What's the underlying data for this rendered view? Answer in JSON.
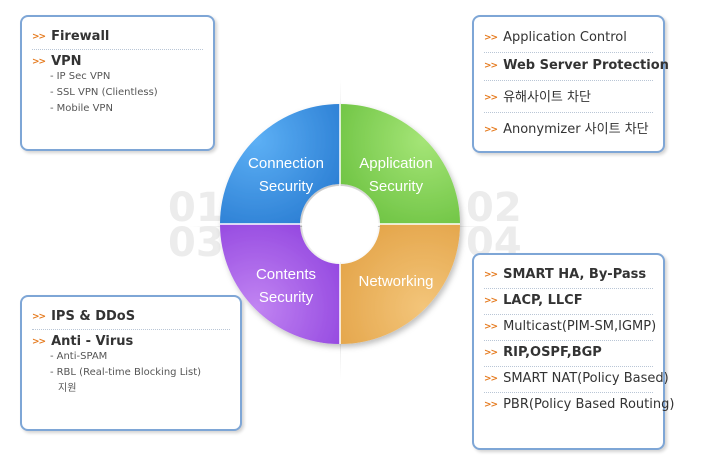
{
  "background_numbers": [
    "01",
    "02",
    "03",
    "04"
  ],
  "ring": {
    "segments": [
      {
        "id": "connection",
        "lines": [
          "Connection",
          "Security"
        ],
        "color": "#3a8fe0"
      },
      {
        "id": "application",
        "lines": [
          "Application",
          "Security"
        ],
        "color": "#8bd45c"
      },
      {
        "id": "contents",
        "lines": [
          "Contents",
          "Security"
        ],
        "color": "#a860e8"
      },
      {
        "id": "networking",
        "lines": [
          "Networking"
        ],
        "color": "#eab35e"
      }
    ]
  },
  "boxes": {
    "top_left": {
      "items": [
        {
          "label": "Firewall",
          "subs": []
        },
        {
          "label": "VPN",
          "subs": [
            "IP Sec VPN",
            "SSL VPN (Clientless)",
            "Mobile VPN"
          ]
        }
      ]
    },
    "top_right": {
      "items": [
        {
          "label": "Application Control"
        },
        {
          "label": "Web Server Protection"
        },
        {
          "label": "유해사이트 차단"
        },
        {
          "label": "Anonymizer 사이트 차단"
        }
      ]
    },
    "bottom_left": {
      "items": [
        {
          "label": "IPS & DDoS",
          "subs": []
        },
        {
          "label": "Anti - Virus",
          "subs": [
            "Anti-SPAM",
            "RBL (Real-time Blocking List)"
          ],
          "sub_continuation": "지원"
        }
      ]
    },
    "bottom_right": {
      "items": [
        {
          "label": "SMART HA, By-Pass"
        },
        {
          "label": "LACP, LLCF"
        },
        {
          "label": "Multicast(PIM-SM,IGMP)"
        },
        {
          "label": "RIP,OSPF,BGP"
        },
        {
          "label": "SMART NAT(Policy Based)"
        },
        {
          "label": "PBR(Policy Based Routing)"
        }
      ]
    }
  }
}
